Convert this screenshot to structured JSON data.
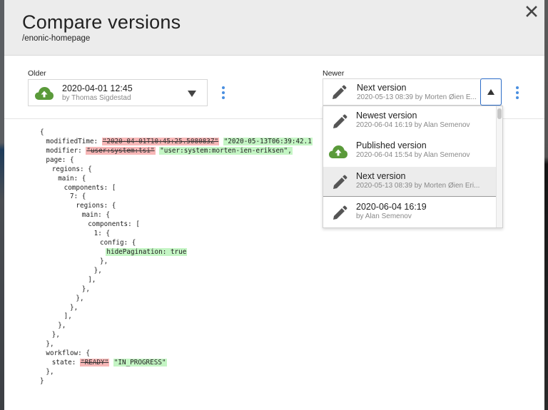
{
  "dialog": {
    "title": "Compare versions",
    "subtitle": "/enonic-homepage",
    "close_icon": "close-icon"
  },
  "older": {
    "label": "Older",
    "selected": {
      "icon": "cloud-upload-icon",
      "title": "2020-04-01 12:45",
      "subtitle": "by Thomas Sigdestad"
    },
    "menu_icon": "kebab-menu-icon"
  },
  "newer": {
    "label": "Newer",
    "selected": {
      "icon": "pencil-icon",
      "title": "Next version",
      "subtitle": "2020-05-13 08:39 by Morten Øien E..."
    },
    "menu_icon": "kebab-menu-icon",
    "dropdown_open": true,
    "options": [
      {
        "icon": "pencil-icon",
        "title": "Newest version",
        "subtitle": "2020-06-04 16:19 by Alan Semenov",
        "selected": false
      },
      {
        "icon": "cloud-upload-icon",
        "title": "Published version",
        "subtitle": "2020-06-04 15:54 by Alan Semenov",
        "selected": false
      },
      {
        "icon": "pencil-icon",
        "title": "Next version",
        "subtitle": "2020-05-13 08:39 by Morten Øien Eri...",
        "selected": true
      },
      {
        "icon": "pencil-icon",
        "title": "2020-06-04 16:19",
        "subtitle": "by Alan Semenov",
        "selected": false
      }
    ]
  },
  "diff": {
    "lines": [
      {
        "indent": 0,
        "text": "{"
      },
      {
        "indent": 1,
        "text": "modifiedTime: ",
        "removed": "\"2020-04-01T10:45:25.508083Z\"",
        "added": "\"2020-05-13T06:39:42.1"
      },
      {
        "indent": 1,
        "text": "modifier: ",
        "removed": "\"user:system:tsi\"",
        "added": "\"user:system:morten-ien-eriksen\",",
        "added_no_hl_suffix": ""
      },
      {
        "indent": 1,
        "text": "page: {"
      },
      {
        "indent": 2,
        "text": "regions: {"
      },
      {
        "indent": 3,
        "text": "main: {"
      },
      {
        "indent": 4,
        "text": "components: ["
      },
      {
        "indent": 5,
        "text": "7: {"
      },
      {
        "indent": 6,
        "text": "regions: {"
      },
      {
        "indent": 7,
        "text": "main: {"
      },
      {
        "indent": 8,
        "text": "components: ["
      },
      {
        "indent": 9,
        "text": "1: {"
      },
      {
        "indent": 10,
        "text": "config: {"
      },
      {
        "indent": 11,
        "text": "",
        "added": "hidePagination: true"
      },
      {
        "indent": 10,
        "text": "},"
      },
      {
        "indent": 9,
        "text": "},"
      },
      {
        "indent": 8,
        "text": "],"
      },
      {
        "indent": 7,
        "text": "},"
      },
      {
        "indent": 6,
        "text": "},"
      },
      {
        "indent": 5,
        "text": "},"
      },
      {
        "indent": 4,
        "text": "],"
      },
      {
        "indent": 3,
        "text": "},"
      },
      {
        "indent": 2,
        "text": "},"
      },
      {
        "indent": 1,
        "text": "},"
      },
      {
        "indent": 1,
        "text": "workflow: {"
      },
      {
        "indent": 2,
        "text": "state: ",
        "removed": "\"READY\"",
        "added": "\"IN_PROGRESS\""
      },
      {
        "indent": 1,
        "text": "},"
      },
      {
        "indent": 0,
        "text": "}"
      }
    ]
  },
  "colors": {
    "header_bg": "#ececec",
    "removed_bg": "#f7b7b7",
    "added_bg": "#c4f5c4",
    "accent_blue": "#2b6cc8",
    "published_green": "#5a9a3a"
  }
}
